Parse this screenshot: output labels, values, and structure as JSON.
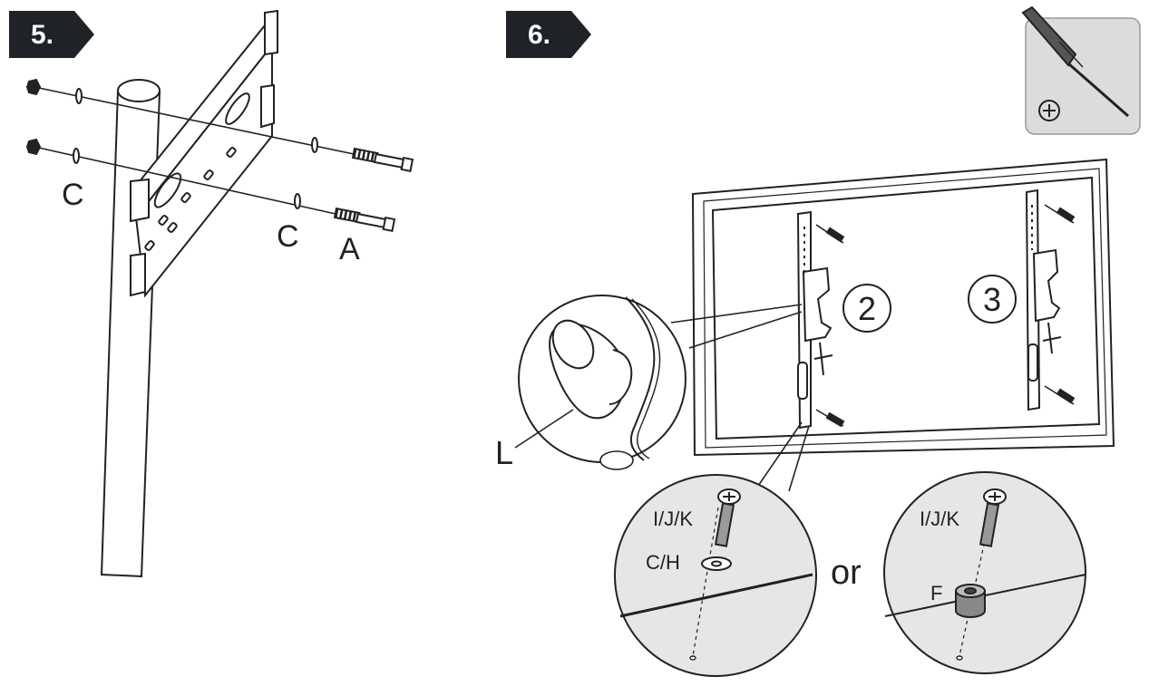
{
  "steps": [
    {
      "number": "5."
    },
    {
      "number": "6."
    }
  ],
  "step5": {
    "label_c_left": "C",
    "label_c_right": "C",
    "label_a": "A"
  },
  "step6": {
    "label_2": "2",
    "label_3": "3",
    "label_l": "L",
    "detail_left": {
      "bolt": "I/J/K",
      "washer": "C/H"
    },
    "separator": "or",
    "detail_right": {
      "bolt": "I/J/K",
      "spacer": "F"
    }
  },
  "tool": {
    "icon": "phillips-screwdriver-icon",
    "symbol": "phillips-head-symbol"
  },
  "colors": {
    "badge": "#1f2327",
    "line": "#222222",
    "panel": "#dcdcdc",
    "circle": "#e6e6e6"
  }
}
